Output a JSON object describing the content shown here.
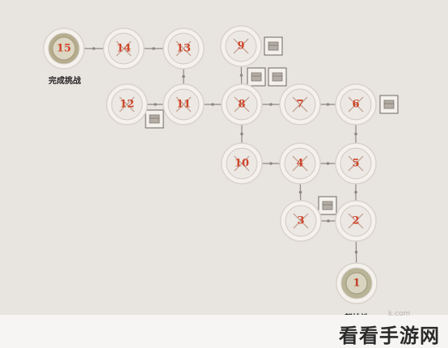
{
  "map": {
    "nodes": [
      {
        "id": "15",
        "label": "15",
        "kind": "goal"
      },
      {
        "id": "14",
        "label": "14",
        "kind": "stage"
      },
      {
        "id": "13",
        "label": "13",
        "kind": "stage"
      },
      {
        "id": "9",
        "label": "9",
        "kind": "stage"
      },
      {
        "id": "12",
        "label": "12",
        "kind": "stage"
      },
      {
        "id": "11",
        "label": "11",
        "kind": "stage"
      },
      {
        "id": "8",
        "label": "8",
        "kind": "stage"
      },
      {
        "id": "7",
        "label": "7",
        "kind": "stage"
      },
      {
        "id": "6",
        "label": "6",
        "kind": "stage"
      },
      {
        "id": "10",
        "label": "10",
        "kind": "stage"
      },
      {
        "id": "4",
        "label": "4",
        "kind": "stage"
      },
      {
        "id": "5",
        "label": "5",
        "kind": "stage"
      },
      {
        "id": "3",
        "label": "3",
        "kind": "stage"
      },
      {
        "id": "2",
        "label": "2",
        "kind": "stage"
      },
      {
        "id": "1",
        "label": "1",
        "kind": "start"
      }
    ],
    "edges": [
      [
        "1",
        "2"
      ],
      [
        "2",
        "5"
      ],
      [
        "2",
        "3"
      ],
      [
        "3",
        "4"
      ],
      [
        "5",
        "4"
      ],
      [
        "5",
        "6"
      ],
      [
        "4",
        "10"
      ],
      [
        "6",
        "7"
      ],
      [
        "7",
        "8"
      ],
      [
        "10",
        "8"
      ],
      [
        "8",
        "9"
      ],
      [
        "8",
        "11"
      ],
      [
        "11",
        "12"
      ],
      [
        "11",
        "13"
      ],
      [
        "13",
        "14"
      ],
      [
        "14",
        "15"
      ]
    ],
    "chests": [
      "9",
      "8a",
      "8b",
      "12",
      "6",
      "2"
    ]
  },
  "labels": {
    "goal": "完成挑战",
    "start": "起始地"
  },
  "watermark": {
    "text": "看看手游网",
    "faint": "k.com"
  },
  "colors": {
    "background": "#e8e4df",
    "node_ring": "#f5f2ee",
    "node_fill": "#ece8e3",
    "number_red": "#d0452a",
    "start_fill": "#b9b397",
    "goal_fill": "#b6ad8e",
    "edge": "#8d8780"
  }
}
